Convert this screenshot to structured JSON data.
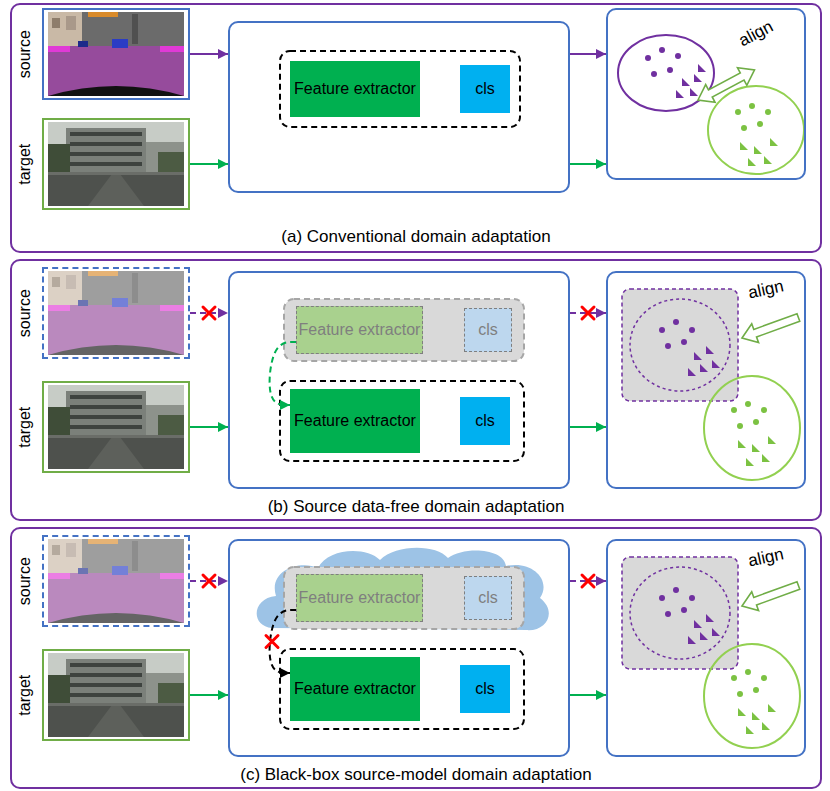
{
  "diagram": {
    "nodes": [
      {
        "text": [
          "(a) Conventional domain adaptation"
        ]
      },
      {
        "text": [
          "source"
        ],
        "in": 0
      },
      {
        "text": [
          "target"
        ],
        "in": 0
      },
      {
        "in": 0
      },
      {
        "text": [
          "Feature extractor"
        ],
        "in": 3
      },
      {
        "text": [
          "cls"
        ],
        "in": 3
      },
      {
        "text": [
          "align"
        ],
        "in": 0
      },
      {
        "text": [
          "(b) Source data-free domain adaptation"
        ]
      },
      {
        "text": [
          "source"
        ],
        "in": 7
      },
      {
        "text": [
          "target"
        ],
        "in": 7
      },
      {
        "in": 7
      },
      {
        "text": [
          "Feature extractor"
        ],
        "in": 10
      },
      {
        "text": [
          "cls"
        ],
        "in": 10
      },
      {
        "text": [
          "Feature extractor"
        ],
        "in": 10
      },
      {
        "text": [
          "cls"
        ],
        "in": 10
      },
      {
        "text": [
          "align"
        ],
        "in": 7
      },
      {
        "text": [
          "(c) Black-box source-model domain adaptation"
        ]
      },
      {
        "text": [
          "source"
        ],
        "in": 16
      },
      {
        "text": [
          "target"
        ],
        "in": 16
      },
      {
        "in": 16
      },
      {
        "text": [
          "Feature extractor"
        ],
        "in": 19
      },
      {
        "text": [
          "cls"
        ],
        "in": 19
      },
      {
        "text": [
          "Feature extractor"
        ],
        "in": 19
      },
      {
        "text": [
          "cls"
        ],
        "in": 19
      },
      {
        "text": [
          "align"
        ],
        "in": 16
      }
    ],
    "edges": [
      {
        "from": 1,
        "to": 3,
        "arrow": "to"
      },
      {
        "from": 2,
        "to": 3,
        "arrow": "to"
      },
      {
        "from": 3,
        "to": 6,
        "arrow": "to"
      },
      {
        "from": 3,
        "to": 6,
        "arrow": "to"
      },
      {
        "from": 8,
        "to": 10,
        "arrow": "to"
      },
      {
        "from": 9,
        "to": 10,
        "arrow": "to"
      },
      {
        "from": 11,
        "to": 13,
        "arrow": "to"
      },
      {
        "from": 10,
        "to": 15,
        "arrow": "to"
      },
      {
        "from": 10,
        "to": 15,
        "arrow": "to"
      },
      {
        "from": 17,
        "to": 19,
        "arrow": "to"
      },
      {
        "from": 18,
        "to": 19,
        "arrow": "to"
      },
      {
        "from": 20,
        "to": 22,
        "arrow": "to"
      },
      {
        "from": 19,
        "to": 24,
        "arrow": "to"
      },
      {
        "from": 19,
        "to": 24,
        "arrow": "to"
      }
    ]
  }
}
